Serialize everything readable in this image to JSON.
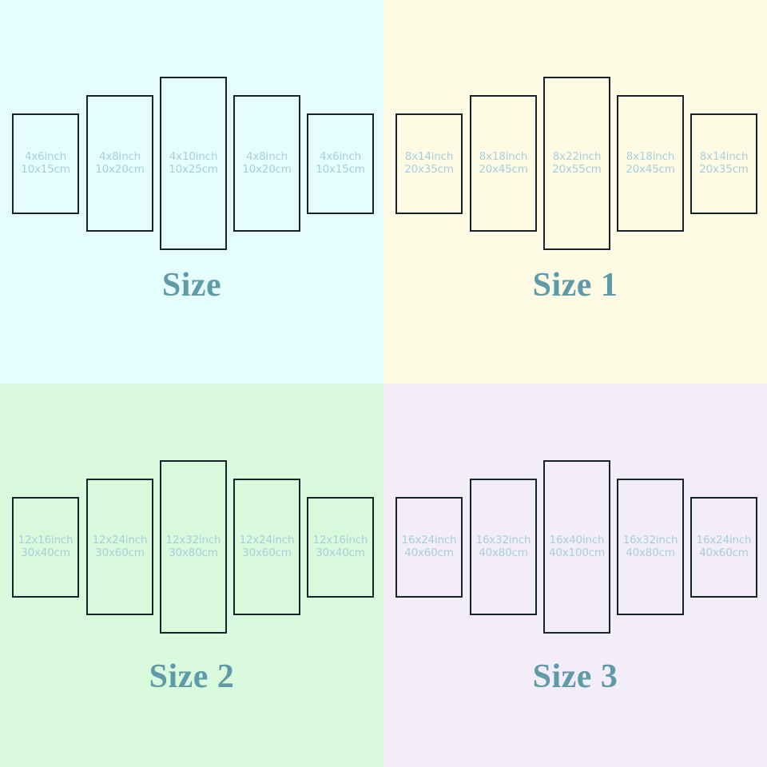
{
  "chart_data": {
    "type": "table",
    "title": "Multi-panel canvas print size chart",
    "layout": "2x2 grid of five-panel staggered size diagrams",
    "panel_shape_order": [
      "short",
      "medium",
      "tall",
      "medium",
      "short"
    ],
    "quadrants": [
      {
        "title": "Size",
        "background": "#e6fdfd",
        "panels": [
          {
            "inch": "4x6inch",
            "cm": "10x15cm"
          },
          {
            "inch": "4x8inch",
            "cm": "10x20cm"
          },
          {
            "inch": "4x10inch",
            "cm": "10x25cm"
          },
          {
            "inch": "4x8inch",
            "cm": "10x20cm"
          },
          {
            "inch": "4x6inch",
            "cm": "10x15cm"
          }
        ]
      },
      {
        "title": "Size 1",
        "background": "#fefbe4",
        "panels": [
          {
            "inch": "8x14inch",
            "cm": "20x35cm"
          },
          {
            "inch": "8x18inch",
            "cm": "20x45cm"
          },
          {
            "inch": "8x22inch",
            "cm": "20x55cm"
          },
          {
            "inch": "8x18inch",
            "cm": "20x45cm"
          },
          {
            "inch": "8x14inch",
            "cm": "20x35cm"
          }
        ]
      },
      {
        "title": "Size 2",
        "background": "#dafadd",
        "panels": [
          {
            "inch": "12x16inch",
            "cm": "30x40cm"
          },
          {
            "inch": "12x24inch",
            "cm": "30x60cm"
          },
          {
            "inch": "12x32inch",
            "cm": "30x80cm"
          },
          {
            "inch": "12x24inch",
            "cm": "30x60cm"
          },
          {
            "inch": "12x16inch",
            "cm": "30x40cm"
          }
        ]
      },
      {
        "title": "Size 3",
        "background": "#f2edf8",
        "panels": [
          {
            "inch": "16x24inch",
            "cm": "40x60cm"
          },
          {
            "inch": "16x32inch",
            "cm": "40x80cm"
          },
          {
            "inch": "16x40inch",
            "cm": "40x100cm"
          },
          {
            "inch": "16x32inch",
            "cm": "40x80cm"
          },
          {
            "inch": "16x24inch",
            "cm": "40x60cm"
          }
        ]
      }
    ]
  },
  "colors": {
    "panel_border": "#16232b",
    "label_text": "#a8cfdd",
    "title_text": "#5e9aa8",
    "bg_cyan": "#e6fdfd",
    "bg_yellow": "#fefbe4",
    "bg_green": "#dafadd",
    "bg_lavender": "#f2edf8"
  }
}
